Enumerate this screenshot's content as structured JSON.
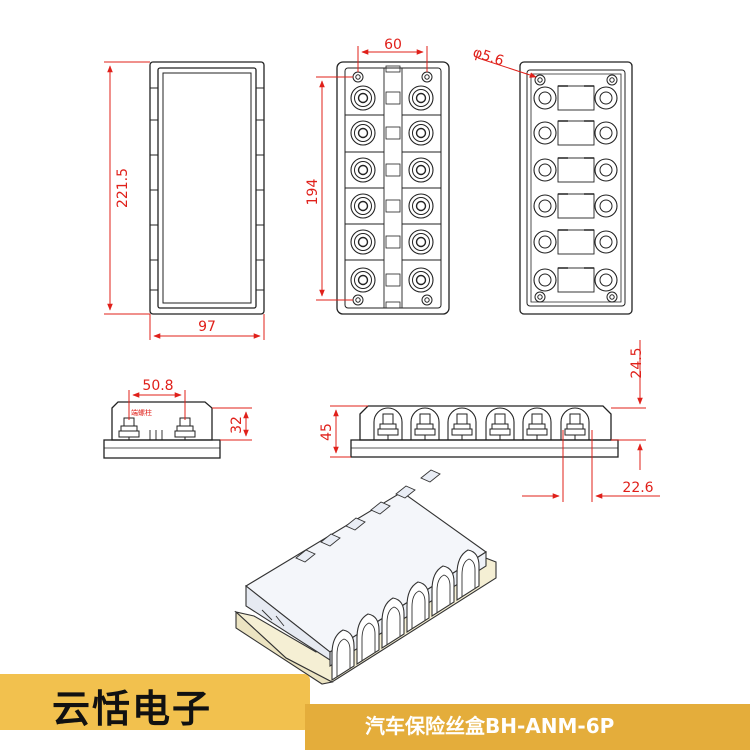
{
  "dimensions": {
    "top_width": "60",
    "hole_dia": "φ5.6",
    "overall_length": "221.5",
    "overall_width": "97",
    "hole_pitch": "194",
    "terminal_spacing": "50.8",
    "side_height": "32",
    "front_height": "45",
    "front_top": "24.5",
    "pitch": "22.6"
  },
  "labels": {
    "terminal_tag": "端螺柱"
  },
  "footer": {
    "brand": "云恬电子",
    "product": "汽车保险丝盒BH-ANM-6P"
  },
  "colors": {
    "dimension": "#e0201a",
    "outline": "#222222",
    "brand_bar": "#f2c14e",
    "product_bar": "#e4ad3b",
    "cover": "#eef1f7",
    "base": "#f5efd4"
  }
}
